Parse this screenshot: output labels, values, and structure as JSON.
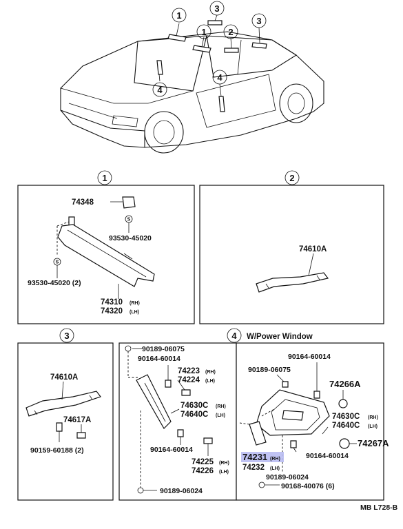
{
  "callouts": [
    "1",
    "2",
    "3",
    "4"
  ],
  "panel1": {
    "number": "1",
    "parts": {
      "p74348": "74348",
      "p93530_top": "93530-45020",
      "p93530_left": "93530-45020 (2)",
      "p74310": "74310",
      "p74310_tag": "(RH)",
      "p74320": "74320",
      "p74320_tag": "(LH)",
      "symbol_s": "S"
    }
  },
  "panel2": {
    "number": "2",
    "parts": {
      "p74610A": "74610A"
    }
  },
  "panel3": {
    "number": "3",
    "parts": {
      "p74610A": "74610A",
      "p74617A": "74617A",
      "p90159": "90159-60188 (2)"
    }
  },
  "panel4": {
    "number": "4",
    "title": "W/Power Window",
    "left": {
      "p90189_top": "90189-06075",
      "p90164_top": "90164-60014",
      "p74223": "74223",
      "p74223_tag": "(RH)",
      "p74224": "74224",
      "p74224_tag": "(LH)",
      "p74630C": "74630C",
      "p74630C_tag": "(RH)",
      "p74640C": "74640C",
      "p74640C_tag": "(LH)",
      "p90164_mid": "90164-60014",
      "p74225": "74225",
      "p74225_tag": "(RH)",
      "p74226": "74226",
      "p74226_tag": "(LH)",
      "p90189_bot": "90189-06024"
    },
    "right": {
      "p90164_top": "90164-60014",
      "p90189_top": "90189-06075",
      "p74266A": "74266A",
      "p74630C": "74630C",
      "p74630C_tag": "(RH)",
      "p74640C": "74640C",
      "p74640C_tag": "(LH)",
      "p74267A": "74267A",
      "p74231": "74231",
      "p74231_tag": "(RH)",
      "p74232": "74232",
      "p74232_tag": "(LH)",
      "p90164_bot": "90164-60014",
      "p90189_bot": "90189-06024",
      "p90168": "90168-40076 (6)"
    }
  },
  "footer": {
    "code": "MB L728-B"
  },
  "colors": {
    "highlight": "#b9bdf2",
    "ink": "#111111"
  }
}
